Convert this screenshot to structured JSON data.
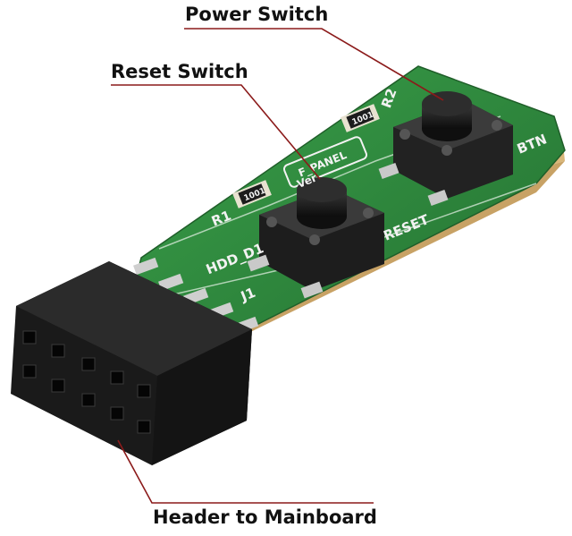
{
  "callouts": {
    "power_switch": "Power Switch",
    "reset_switch": "Reset Switch",
    "header": "Header to Mainboard"
  },
  "board": {
    "silkscreen": {
      "r1": "R1",
      "r2": "R2",
      "hdd": "HDD_D1",
      "reset": "RESET",
      "btn": "BTN",
      "j1": "J1",
      "panel": "F_PANEL",
      "ver": "Ver",
      "resistor_code": "1001"
    }
  },
  "colors": {
    "pcb": "#2f8a3e",
    "pcb_edge": "#d9b77a",
    "header": "#1a1a1a",
    "switch_body": "#222222",
    "leader": "#8b1a1a"
  }
}
